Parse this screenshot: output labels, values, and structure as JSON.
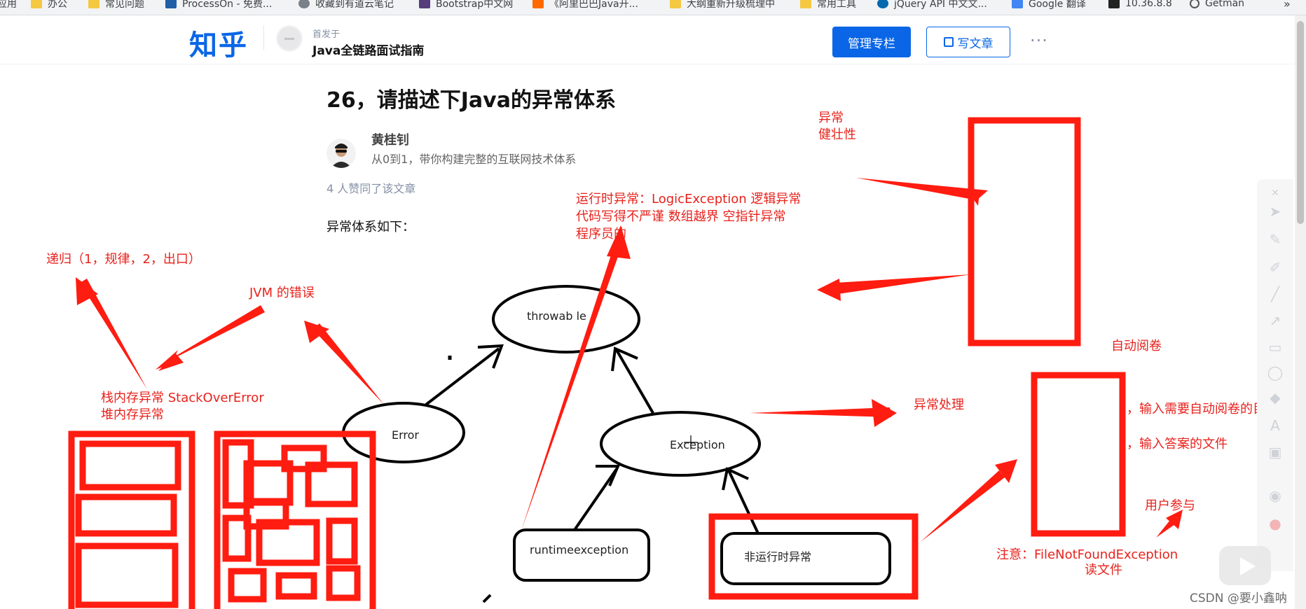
{
  "bookmarks": [
    {
      "label": "应用",
      "icon": "apps-icon"
    },
    {
      "label": "办公",
      "icon": "folder-icon"
    },
    {
      "label": "常见问题",
      "icon": "folder-icon"
    },
    {
      "label": "ProcessOn - 免费...",
      "icon": "processon-icon"
    },
    {
      "label": "收藏到有道云笔记",
      "icon": "globe-icon"
    },
    {
      "label": "Bootstrap中文网",
      "icon": "bootstrap-icon"
    },
    {
      "label": "《阿里巴巴Java开...",
      "icon": "alibaba-icon"
    },
    {
      "label": "大纲重新升级梳理中",
      "icon": "folder-icon"
    },
    {
      "label": "常用工具",
      "icon": "folder-icon"
    },
    {
      "label": "jQuery API 中文文...",
      "icon": "jquery-icon"
    },
    {
      "label": "Google 翻译",
      "icon": "translate-icon"
    },
    {
      "label": "10.36.8.8",
      "icon": "bt-icon"
    },
    {
      "label": "Getman",
      "icon": "g-icon"
    }
  ],
  "header": {
    "logo": "知乎",
    "column_prefix": "首发于",
    "column_name": "Java全链路面试指南",
    "manage_label": "管理专栏",
    "write_label": "写文章",
    "more_label": "···"
  },
  "article": {
    "title": "26，请描述下Java的异常体系",
    "author_name": "黄桂钊",
    "author_desc": "从0到1，带你构建完整的互联网技术体系",
    "likes": "4 人赞同了该文章",
    "intro": "异常体系如下："
  },
  "diagram": {
    "throwable": "throwab le",
    "error": "Error",
    "exception": "Exception",
    "runtime": "runtimeexception",
    "nonruntime": "非运行时异常"
  },
  "annotations": {
    "recursion": "递归（1，规律，2，出口）",
    "jvm": "JVM 的错误",
    "stack_line1": "栈内存异常 StackOverError",
    "stack_line2": "堆内存异常",
    "runtime_line1": "运行时异常：LogicException  逻辑异常",
    "runtime_line2": "代码写得不严谨   数组越界 空指针异常",
    "runtime_line3": "程序员的",
    "robust_line1": "异常",
    "robust_line2": "健壮性",
    "handling": "异常处理",
    "auto_grade": "自动阅卷",
    "input_dir": "，输入需要自动阅卷的目录",
    "input_answer": "，输入答案的文件",
    "user": "用户参与",
    "note_line1": "注意：FileNotFoundException",
    "note_line2": "读文件"
  },
  "watermark": "CSDN @要小鑫呐",
  "colors": {
    "zhihu_blue": "#0a66e6",
    "annotation_red": "#e8221c"
  }
}
